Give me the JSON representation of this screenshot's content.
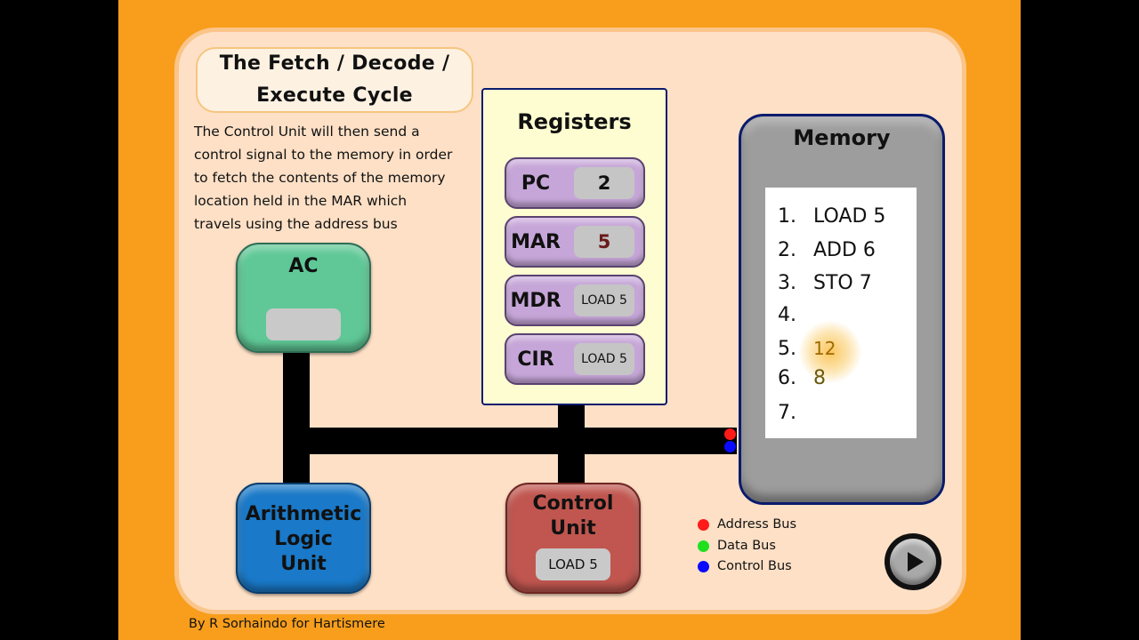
{
  "title": {
    "line1": "The Fetch / Decode /",
    "line2": "Execute Cycle"
  },
  "description": [
    "The Control Unit will then send a",
    "control signal to the memory in order",
    "to fetch the contents of the memory",
    "location held in the MAR which",
    "travels using the address bus"
  ],
  "ac": {
    "label": "AC",
    "value": ""
  },
  "alu": {
    "line1": "Arithmetic",
    "line2": "Logic",
    "line3": "Unit"
  },
  "control_unit": {
    "line1": "Control",
    "line2": "Unit",
    "value": "LOAD 5"
  },
  "registers": {
    "title": "Registers",
    "items": [
      {
        "label": "PC",
        "value": "2"
      },
      {
        "label": "MAR",
        "value": "5"
      },
      {
        "label": "MDR",
        "value": "LOAD 5"
      },
      {
        "label": "CIR",
        "value": "LOAD 5"
      }
    ]
  },
  "memory": {
    "title": "Memory",
    "rows": [
      {
        "num": "1.",
        "value": "LOAD 5"
      },
      {
        "num": "2.",
        "value": "ADD 6"
      },
      {
        "num": "3.",
        "value": "STO 7"
      },
      {
        "num": "4.",
        "value": ""
      },
      {
        "num": "5.",
        "value": "12"
      },
      {
        "num": "6.",
        "value": "8"
      },
      {
        "num": "7.",
        "value": ""
      }
    ]
  },
  "legend": [
    {
      "label": "Address Bus",
      "color": "#ff1a1a"
    },
    {
      "label": "Data Bus",
      "color": "#1ee01e"
    },
    {
      "label": "Control Bus",
      "color": "#0a0aff"
    }
  ],
  "colors": {
    "address_bus": "#ff1a1a",
    "control_bus": "#0a0aff",
    "background": "#f89e1c"
  },
  "footer": "By R Sorhaindo for Hartismere",
  "play_icon": "play-icon"
}
